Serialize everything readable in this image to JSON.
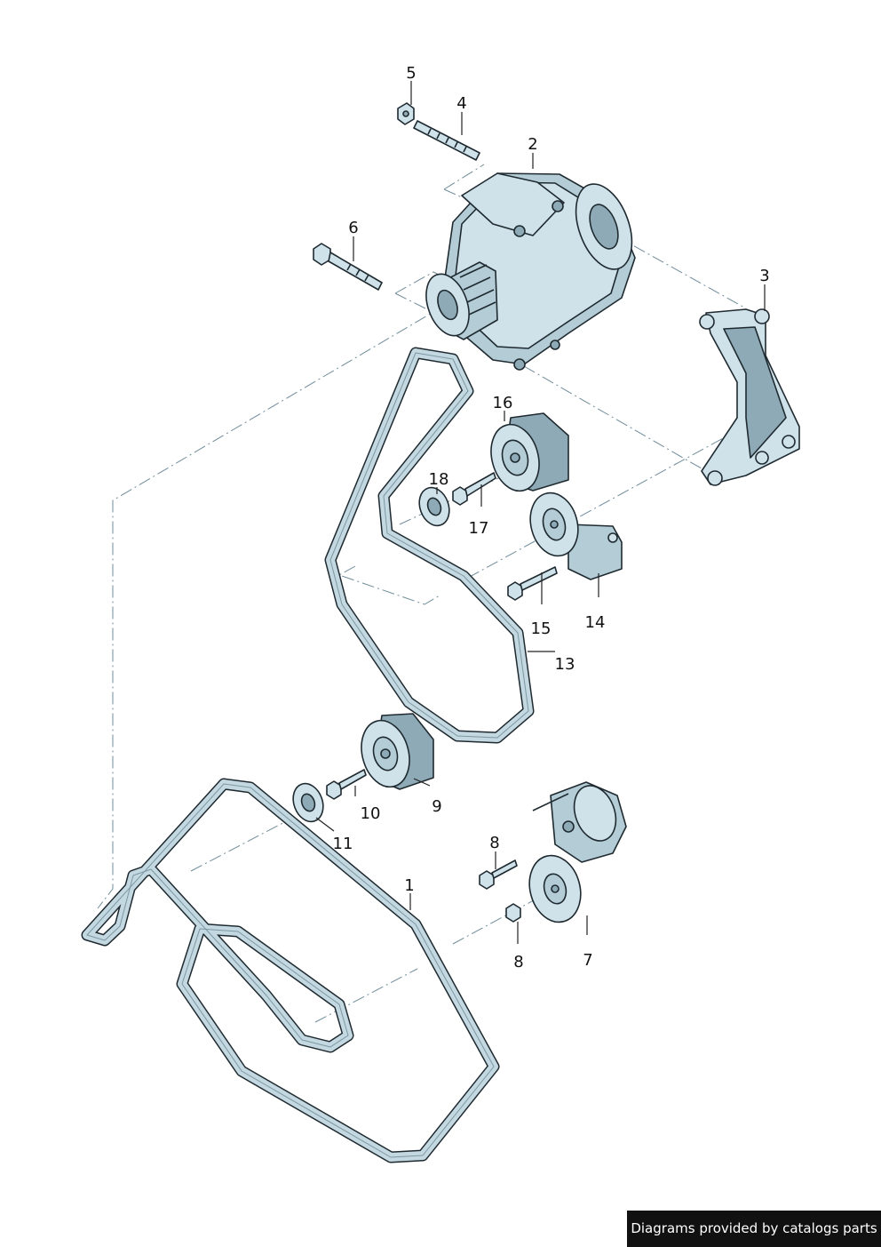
{
  "callouts": {
    "c1": "1",
    "c2": "2",
    "c3": "3",
    "c4": "4",
    "c5": "5",
    "c6": "6",
    "c7": "7",
    "c8a": "8",
    "c8b": "8",
    "c9": "9",
    "c10": "10",
    "c11": "11",
    "c13": "13",
    "c14": "14",
    "c15": "15",
    "c16": "16",
    "c17": "17",
    "c18": "18"
  },
  "footer": {
    "text": "Diagrams provided by catalogs parts"
  },
  "colors": {
    "part_fill": "#cfe2ea",
    "part_shadow": "#8eaab6",
    "outline": "#1f2a30",
    "reference_line": "#6f8c9a",
    "footer_bg": "#111111",
    "footer_text": "#ffffff"
  }
}
